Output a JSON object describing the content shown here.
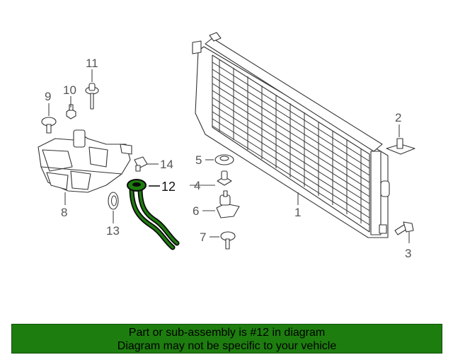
{
  "callouts": {
    "c1": "1",
    "c2": "2",
    "c3": "3",
    "c4": "4",
    "c5": "5",
    "c6": "6",
    "c7": "7",
    "c8": "8",
    "c9": "9",
    "c10": "10",
    "c11": "11",
    "c12": "12",
    "c13": "13",
    "c14": "14"
  },
  "highlight_color": "#1e7d0f",
  "banner": {
    "line1": "Part or sub-assembly is #12 in diagram",
    "line2": "Diagram may not be specific to your vehicle"
  }
}
